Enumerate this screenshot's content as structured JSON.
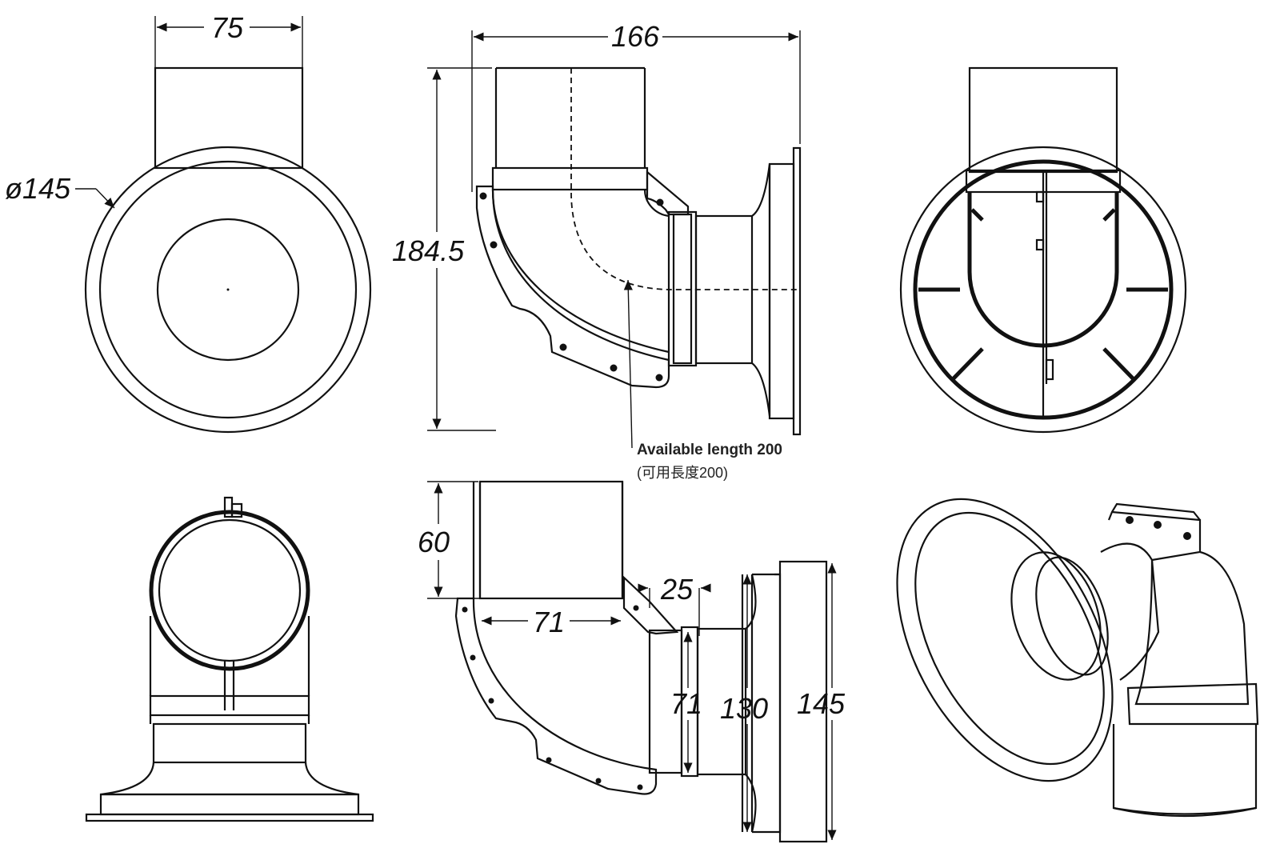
{
  "dimensions": {
    "front_width": "75",
    "front_diameter": "ø145",
    "side_width": "166",
    "side_height": "184.5",
    "bottom_height": "60",
    "bottom_pipe_width": "71",
    "bottom_gap": "25",
    "bottom_inner": "71",
    "bottom_mid": "130",
    "bottom_outer": "145"
  },
  "notes": {
    "available_length": "Available length 200",
    "available_length_cn": "(可用長度200)"
  },
  "colors": {
    "line": "#111111",
    "background": "#ffffff"
  }
}
